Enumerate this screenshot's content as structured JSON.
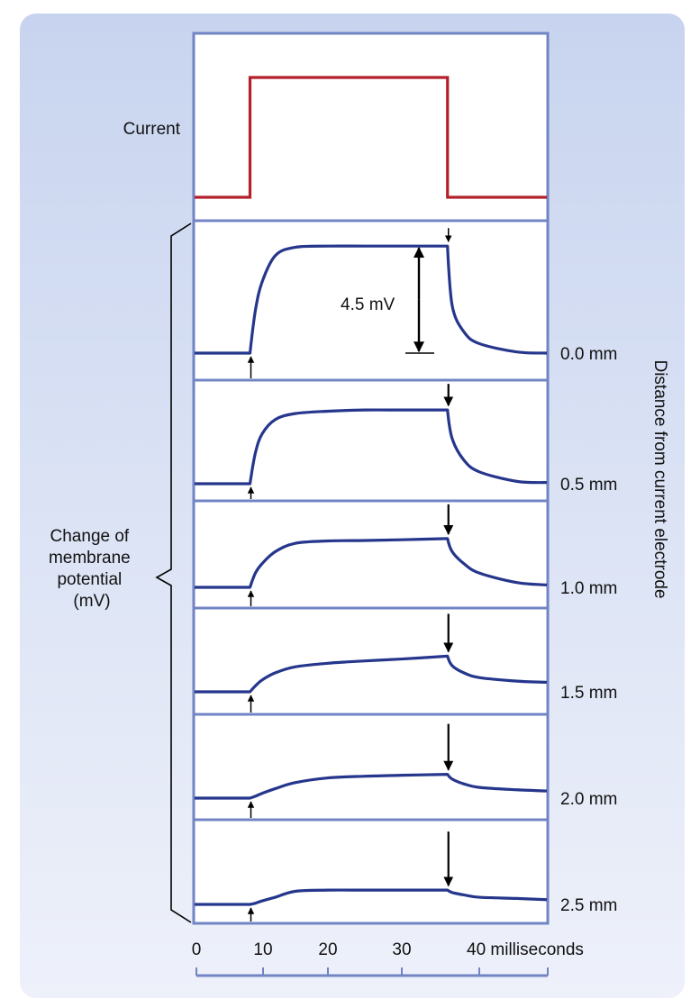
{
  "colors": {
    "current": "#b3202b",
    "trace": "#25368c",
    "frame": "#7284c4",
    "bg_top": "#c8d4ef",
    "bg_bottom": "#eef1fa"
  },
  "labels": {
    "current": "Current",
    "ylabel_lines": [
      "Change of",
      "membrane",
      "potential",
      "(mV)"
    ],
    "distance_axis": "Distance from current electrode",
    "amplitude_annotation": "4.5 mV"
  },
  "chart_data": {
    "type": "line",
    "title": "",
    "xlabel": "milliseconds",
    "x_ticks": [
      0,
      10,
      20,
      30,
      40
    ],
    "x_tick_labels": [
      "0",
      "10",
      "20",
      "30",
      "40 milliseconds"
    ],
    "xlim": [
      0,
      49
    ],
    "ylabel": "Change of membrane potential (mV)",
    "current": {
      "name": "Current",
      "x": [
        0,
        8.2,
        8.2,
        35.9,
        35.9,
        49
      ],
      "values": [
        0,
        0,
        1,
        1,
        0,
        0
      ]
    },
    "stimulus_on_ms": 8.2,
    "stimulus_off_ms": 35.9,
    "x": [
      0,
      8.2,
      9,
      10,
      12,
      15,
      20,
      25,
      30,
      35.9,
      36.5,
      38,
      40,
      45,
      49
    ],
    "series": [
      {
        "name": "0.0 mm",
        "values": [
          0,
          0,
          1.8,
          3.0,
          4.1,
          4.45,
          4.5,
          4.5,
          4.5,
          4.5,
          2.0,
          0.9,
          0.4,
          0.05,
          0
        ]
      },
      {
        "name": "0.5 mm",
        "values": [
          0,
          0,
          1.3,
          2.1,
          2.7,
          2.95,
          3.05,
          3.1,
          3.1,
          3.1,
          1.9,
          1.0,
          0.5,
          0.1,
          0.05
        ]
      },
      {
        "name": "1.0 mm",
        "values": [
          0,
          0,
          0.6,
          1.0,
          1.5,
          1.85,
          1.95,
          1.97,
          2.0,
          2.05,
          1.5,
          1.0,
          0.6,
          0.2,
          0.1
        ]
      },
      {
        "name": "1.5 mm",
        "values": [
          0,
          0,
          0.25,
          0.5,
          0.8,
          1.05,
          1.2,
          1.3,
          1.38,
          1.5,
          1.1,
          0.8,
          0.6,
          0.45,
          0.4
        ]
      },
      {
        "name": "2.0 mm",
        "values": [
          0,
          0,
          0.08,
          0.2,
          0.4,
          0.65,
          0.85,
          0.92,
          0.96,
          1.0,
          0.8,
          0.6,
          0.45,
          0.35,
          0.3
        ]
      },
      {
        "name": "2.5 mm",
        "values": [
          0,
          0,
          0.05,
          0.15,
          0.3,
          0.55,
          0.6,
          0.6,
          0.6,
          0.6,
          0.5,
          0.4,
          0.3,
          0.25,
          0.2
        ]
      }
    ],
    "annotation": {
      "text": "4.5 mV",
      "series": "0.0 mm",
      "value_mV": 4.5
    }
  }
}
